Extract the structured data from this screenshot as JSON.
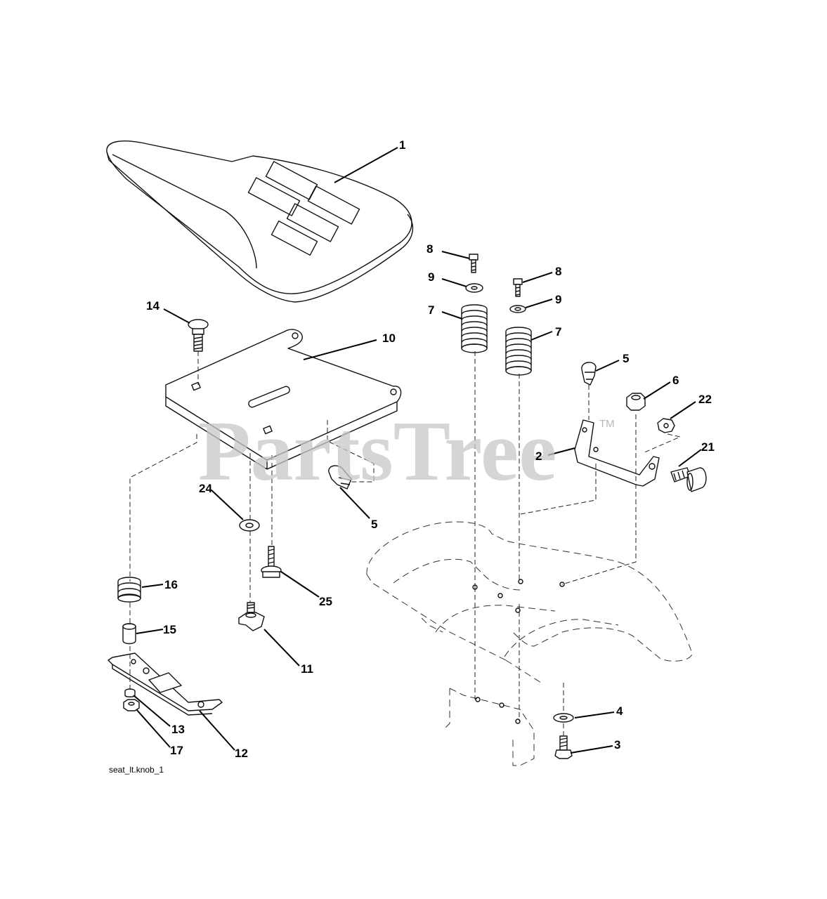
{
  "watermark": {
    "text": "PartsTree",
    "tm": "TM"
  },
  "caption": "seat_lt.knob_1",
  "callouts": {
    "c1": "1",
    "c14": "14",
    "c10": "10",
    "c8a": "8",
    "c9a": "9",
    "c7a": "7",
    "c8b": "8",
    "c9b": "9",
    "c7b": "7",
    "c5a": "5",
    "c6": "6",
    "c22": "22",
    "c2": "2",
    "c21": "21",
    "c24": "24",
    "c5b": "5",
    "c16": "16",
    "c25": "25",
    "c15": "15",
    "c11": "11",
    "c13": "13",
    "c12": "12",
    "c17": "17",
    "c4": "4",
    "c3": "3"
  }
}
